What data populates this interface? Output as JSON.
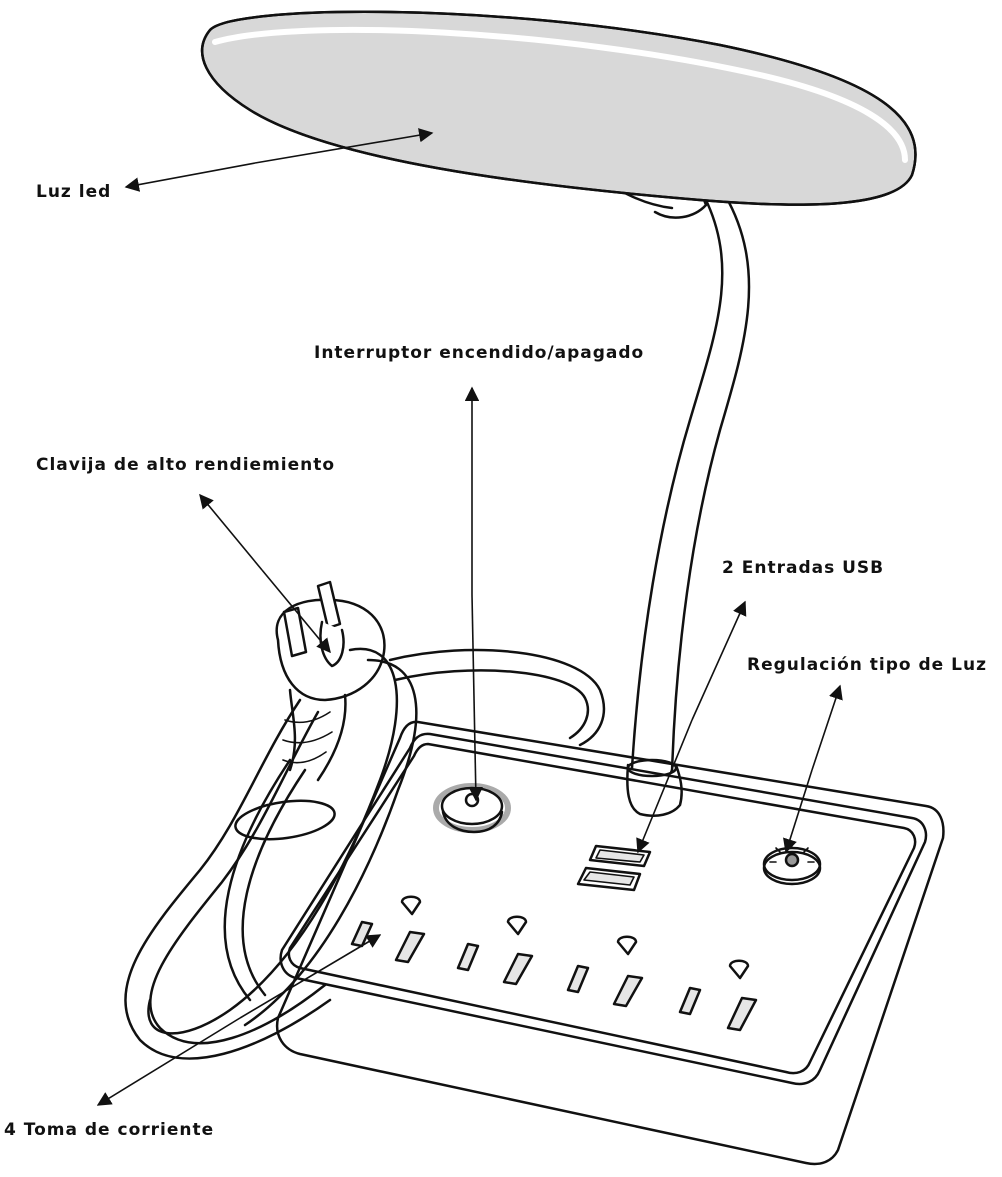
{
  "colors": {
    "ink": "#111111",
    "lamp_shade_fill": "#d8d8d8",
    "socket_slot_fill": "#e6e6e6",
    "background": "#ffffff"
  },
  "callouts": {
    "led_light": "Luz led",
    "power_switch": "Interruptor encendido/apagado",
    "plug": "Clavija de alto rendiemiento",
    "usb_ports": "2 Entradas USB",
    "light_type": "Regulación tipo de Luz",
    "outlets": "4 Toma de corriente"
  }
}
